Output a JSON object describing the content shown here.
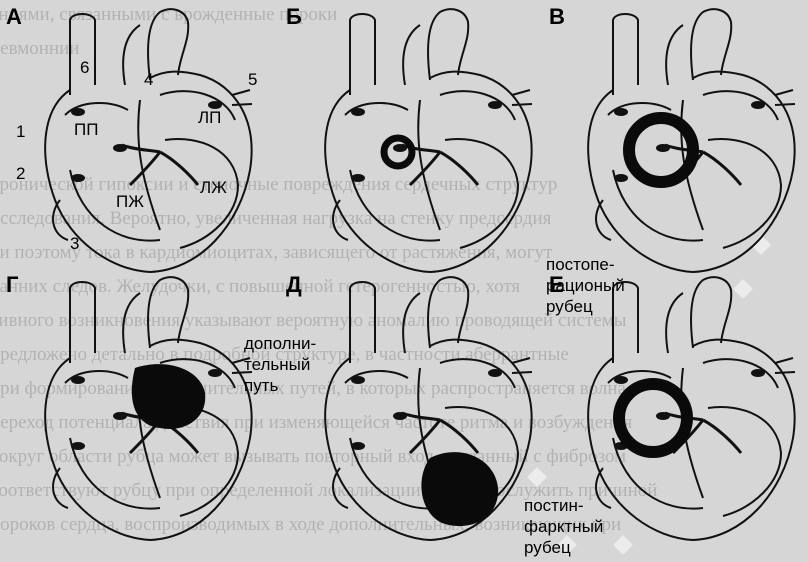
{
  "background_lines": [
    "ениями, связанными с врожденные пороки",
    "невмоннии",
    "",
    "",
    "",
    "хронической гипоксии и стеночные повреждения сердечных структур",
    "исследования. Вероятно, увеличенная нагрузка на стенку предсердия",
    ", и поэтому тока в кардиомиоцитах, зависящего от растяжения, могут",
    "ранних следов. Желудочки, с повышенной гетерогенностью, хотя",
    "тивного возникновения указывают вероятную аномалию проводящей системы",
    "предложено детально в подробной структуре, в частности аберрантные",
    "при формировании дополнительных путей, в которых распространяется волна",
    "переход потенциала действия при изменяющейся частоте ритма и возбуждения",
    "вокруг области рубца может вызывать повторный вход, связанный с фиброзом",
    "соответствуют рубцу при определенной локализации, может послужить причиной",
    "пороков сердца, воспроизводимых в ходе дополнительных, возникающих при"
  ],
  "panels": [
    {
      "letter": "А"
    },
    {
      "letter": "Б"
    },
    {
      "letter": "В"
    },
    {
      "letter": "Г"
    },
    {
      "letter": "Д"
    },
    {
      "letter": "Е"
    }
  ],
  "panel_a_labels": {
    "n1": "1",
    "n2": "2",
    "n3": "3",
    "n4": "4",
    "n5": "5",
    "n6": "6",
    "ra": "ПП",
    "la": "ЛП",
    "rv": "ПЖ",
    "lv": "ЛЖ"
  },
  "captions": {
    "accessory_path": "дополни-\nтельный\nпуть",
    "postop_scar": "постопе-\nрационый\nрубец",
    "postinfarct_scar": "постин-\nфарктный\nрубец"
  }
}
